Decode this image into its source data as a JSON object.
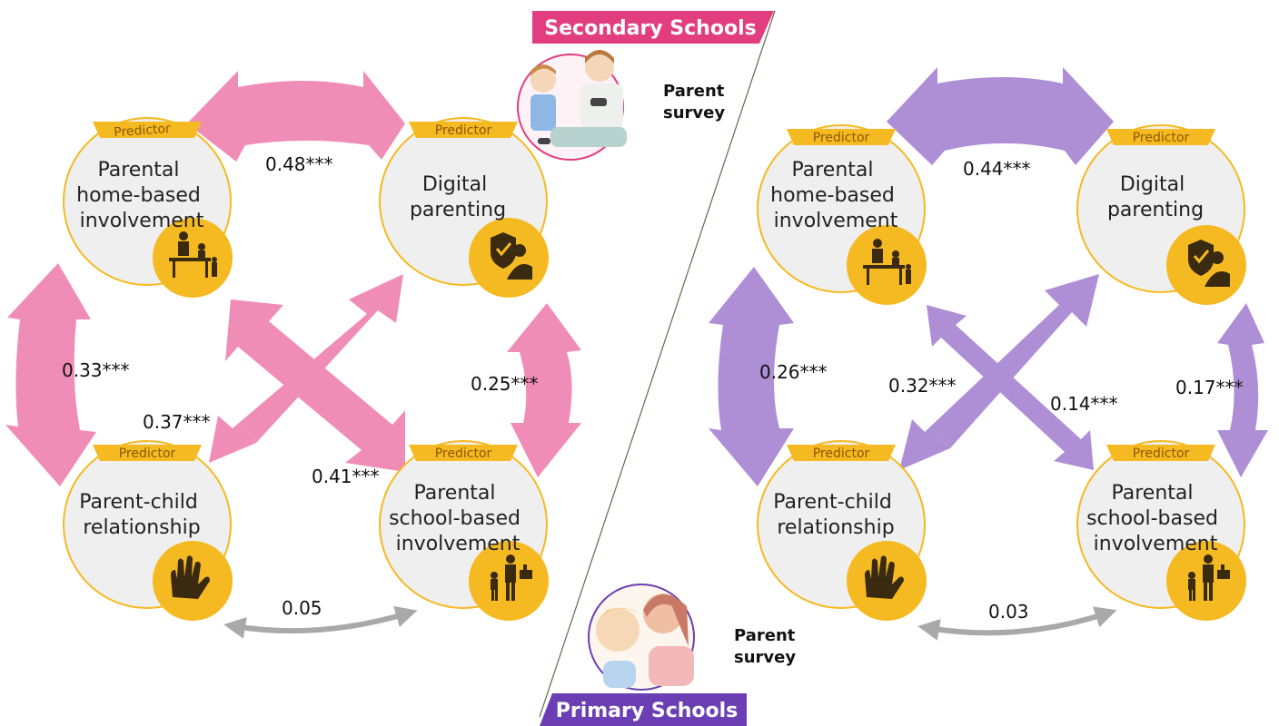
{
  "colors": {
    "pink_arrow": "#f08db7",
    "purple_arrow": "#ae8fd6",
    "gray_arrow": "#a9a9a9",
    "gold": "#f5b921",
    "circle_fill": "#efefef",
    "secondary_banner": "#e23e7f",
    "primary_banner": "#6b3fb3"
  },
  "banners": {
    "secondary": "Secondary Schools",
    "primary": "Primary Schools"
  },
  "survey": {
    "top_line1": "Parent",
    "top_line2": "survey",
    "bottom_line1": "Parent",
    "bottom_line2": "survey"
  },
  "predictor_tag": "Predictor",
  "nodes": {
    "home": [
      "Parental",
      "home-based",
      "involvement"
    ],
    "digital": [
      "Digital",
      "parenting"
    ],
    "relationship": [
      "Parent-child",
      "relationship"
    ],
    "school": [
      "Parental",
      "school-based",
      "involvement"
    ]
  },
  "icons": {
    "home": "family-homework-icon",
    "digital": "shield-child-icon",
    "relationship": "hands-icon",
    "school": "parent-child-school-icon"
  },
  "secondary": {
    "home_digital": "0.48***",
    "home_relationship": "0.33***",
    "digital_school": "0.25***",
    "digital_relationship": "0.37***",
    "home_school": "0.41***",
    "relationship_school": "0.05"
  },
  "primary": {
    "home_digital": "0.44***",
    "home_relationship": "0.26***",
    "digital_school": "0.17***",
    "digital_relationship": "0.32***",
    "home_school": "0.14***",
    "relationship_school": "0.03"
  }
}
